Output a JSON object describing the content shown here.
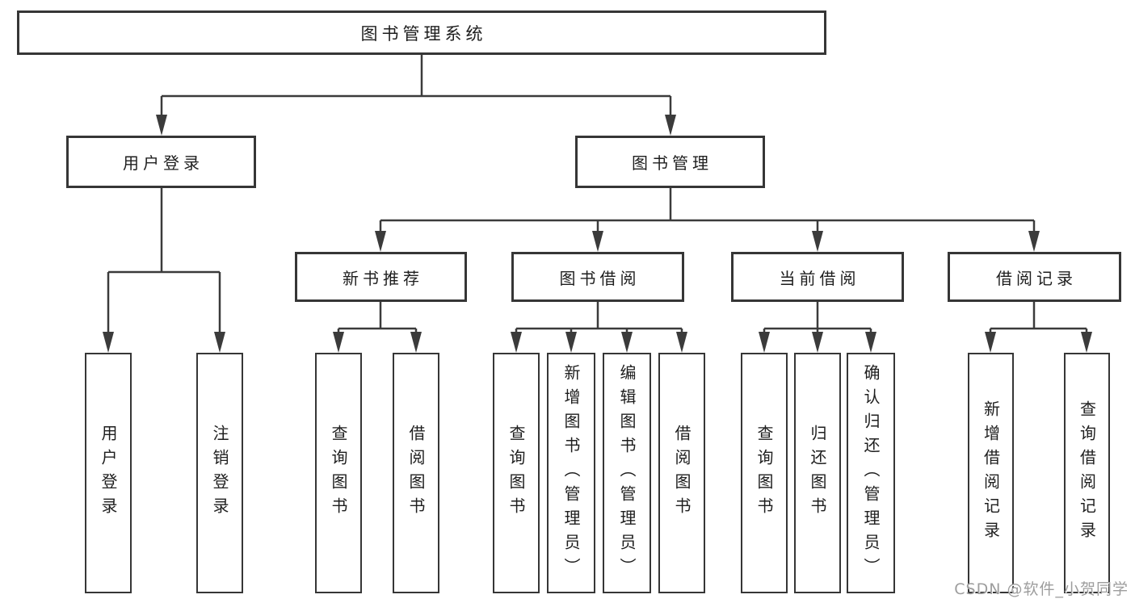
{
  "diagram": {
    "root": {
      "label": "图书管理系统"
    },
    "login": {
      "label": "用户登录",
      "children": [
        {
          "label": "用户登录"
        },
        {
          "label": "注销登录"
        }
      ]
    },
    "management": {
      "label": "图书管理",
      "children": [
        {
          "label": "新书推荐",
          "children": [
            {
              "label": "查询图书"
            },
            {
              "label": "借阅图书"
            }
          ]
        },
        {
          "label": "图书借阅",
          "children": [
            {
              "label": "查询图书"
            },
            {
              "label": "新增图书（管理员）"
            },
            {
              "label": "编辑图书（管理员）"
            },
            {
              "label": "借阅图书"
            }
          ]
        },
        {
          "label": "当前借阅",
          "children": [
            {
              "label": "查询图书"
            },
            {
              "label": "归还图书"
            },
            {
              "label": "确认归还（管理员）"
            }
          ]
        },
        {
          "label": "借阅记录",
          "children": [
            {
              "label": "新增借阅记录"
            },
            {
              "label": "查询借阅记录"
            }
          ]
        }
      ]
    }
  },
  "watermark": {
    "text": "CSDN @软件_小贺同学"
  },
  "colors": {
    "line": "#3b3b3b",
    "border": "#363636",
    "text": "#1e1e1e",
    "background": "#ffffff",
    "watermark": "#9d9d9d"
  }
}
